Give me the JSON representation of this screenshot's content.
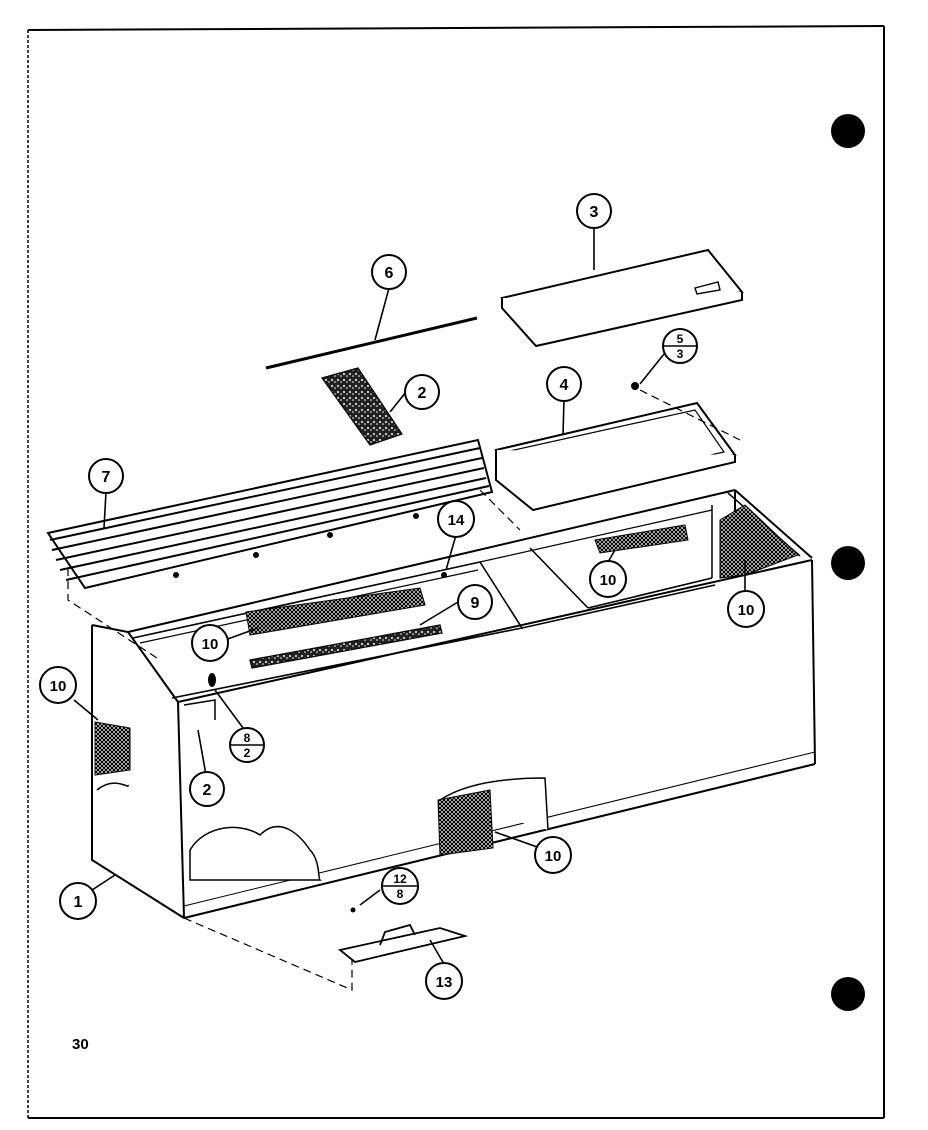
{
  "page_number": "30",
  "callouts": {
    "c1": "1",
    "c2a": "2",
    "c2b": "2",
    "c3": "3",
    "c4": "4",
    "c6": "6",
    "c7": "7",
    "c9": "9",
    "c10a": "10",
    "c10b": "10",
    "c10c": "10",
    "c10d": "10",
    "c10e": "10",
    "c13": "13",
    "c14": "14"
  },
  "fraction_callouts": {
    "f53": {
      "top": "5",
      "bottom": "3"
    },
    "f82": {
      "top": "8",
      "bottom": "2"
    },
    "f128": {
      "top": "12",
      "bottom": "8"
    }
  }
}
